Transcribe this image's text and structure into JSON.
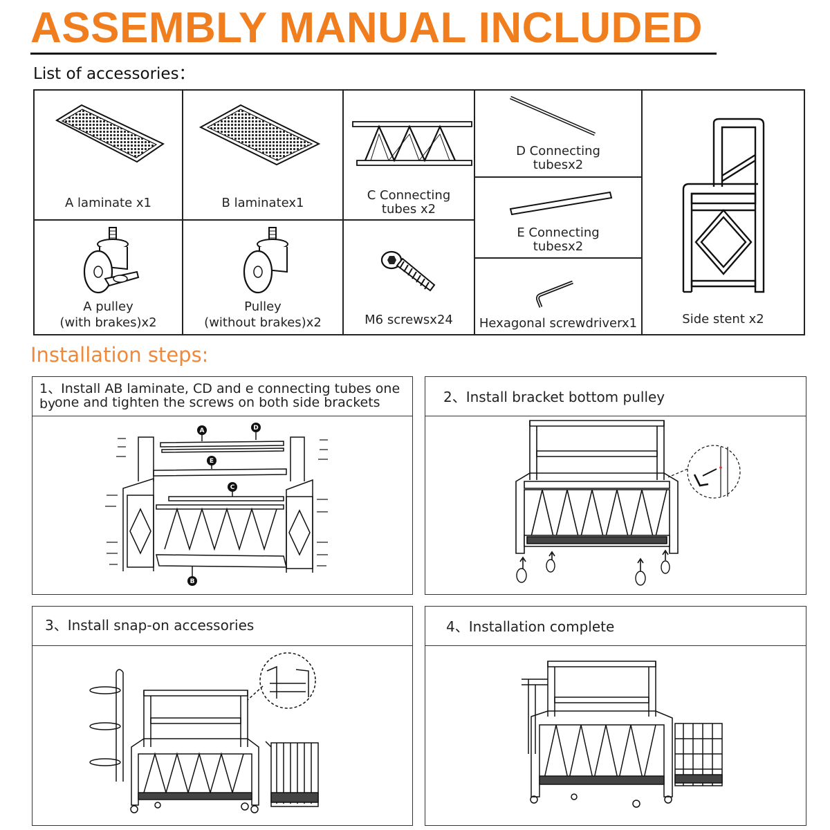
{
  "header": {
    "title": "ASSEMBLY MANUAL INCLUDED",
    "accessories_label": "List of accessories："
  },
  "accessories": [
    {
      "label": "A laminate x1"
    },
    {
      "label": "B laminatex1"
    },
    {
      "label_line1": "C Connecting",
      "label_line2": "tubes x2"
    },
    {
      "label_line1": "D Connecting",
      "label_line2": "tubesx2"
    },
    {
      "label_line1": "E Connecting",
      "label_line2": "tubesx2"
    },
    {
      "label_line1": "A pulley",
      "label_line2": "(with brakes)x2"
    },
    {
      "label_line1": "Pulley",
      "label_line2": "(without brakes)x2"
    },
    {
      "label": "M6 screwsx24"
    },
    {
      "label": "Hexagonal screwdriverx1"
    },
    {
      "label": "Side stent x2"
    }
  ],
  "steps_label": "Installation steps:",
  "steps": [
    {
      "line1": "1、Install AB laminate, CD and e connecting tubes one by",
      "line2": "one and tighten the screws on both side brackets",
      "callouts": [
        "A",
        "D",
        "E",
        "C",
        "B"
      ]
    },
    {
      "text": "2、Install bracket bottom pulley"
    },
    {
      "text": "3、Install snap-on accessories"
    },
    {
      "text": "4、Installation complete"
    }
  ],
  "colors": {
    "accent": "#f07d1e",
    "steps_heading": "#f0883a",
    "line": "#222222"
  }
}
